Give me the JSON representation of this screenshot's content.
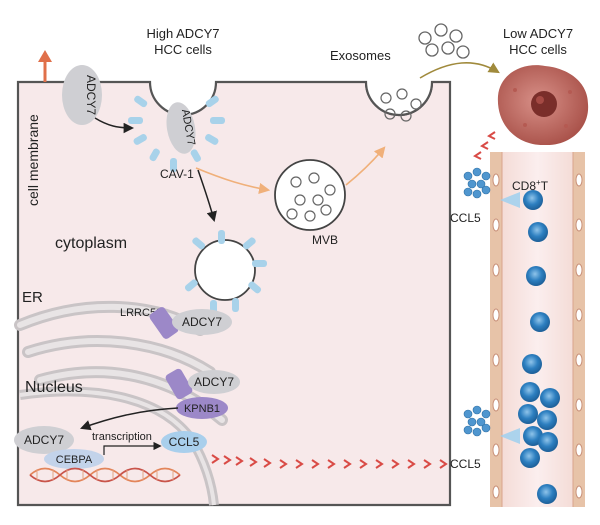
{
  "labels": {
    "high_cells": [
      "High ADCY7",
      "HCC cells"
    ],
    "low_cells": [
      "Low ADCY7",
      "HCC cells"
    ],
    "exosomes": "Exosomes",
    "cell_membrane": "cell membrane",
    "adcy7": "ADCY7",
    "cav1": "CAV-1",
    "mvb": "MVB",
    "cytoplasm": "cytoplasm",
    "er": "ER",
    "lrrc59": "LRRC59",
    "nucleus": "Nucleus",
    "kpnb1": "KPNB1",
    "transcription": "transcription",
    "ccl5": "CCL5",
    "cebpa": "CEBPA",
    "cd8t_base": "CD8",
    "cd8t_sup": "+",
    "cd8t_tail": "T"
  },
  "colors": {
    "cell_fill": "#f7e9ea",
    "adcy7_oval": "#cfcfd3",
    "cav_blue": "#a8d2ea",
    "purple": "#9c88c8",
    "orange_arrow": "#f0b07a",
    "red_arrow": "#d94b46",
    "chemokine_blue": "#4f96cf",
    "tcell_blue": "#2d7fc0",
    "vessel_wall": "#e7c3a8",
    "dna_orange": "#e3855a",
    "tumor_cell": "#c06a60"
  },
  "icons": [
    "up-arrow-icon",
    "exosome-icon",
    "dna-helix-icon",
    "tumor-cell-icon",
    "cd8-t-cell-icon",
    "chemokine-icon"
  ]
}
